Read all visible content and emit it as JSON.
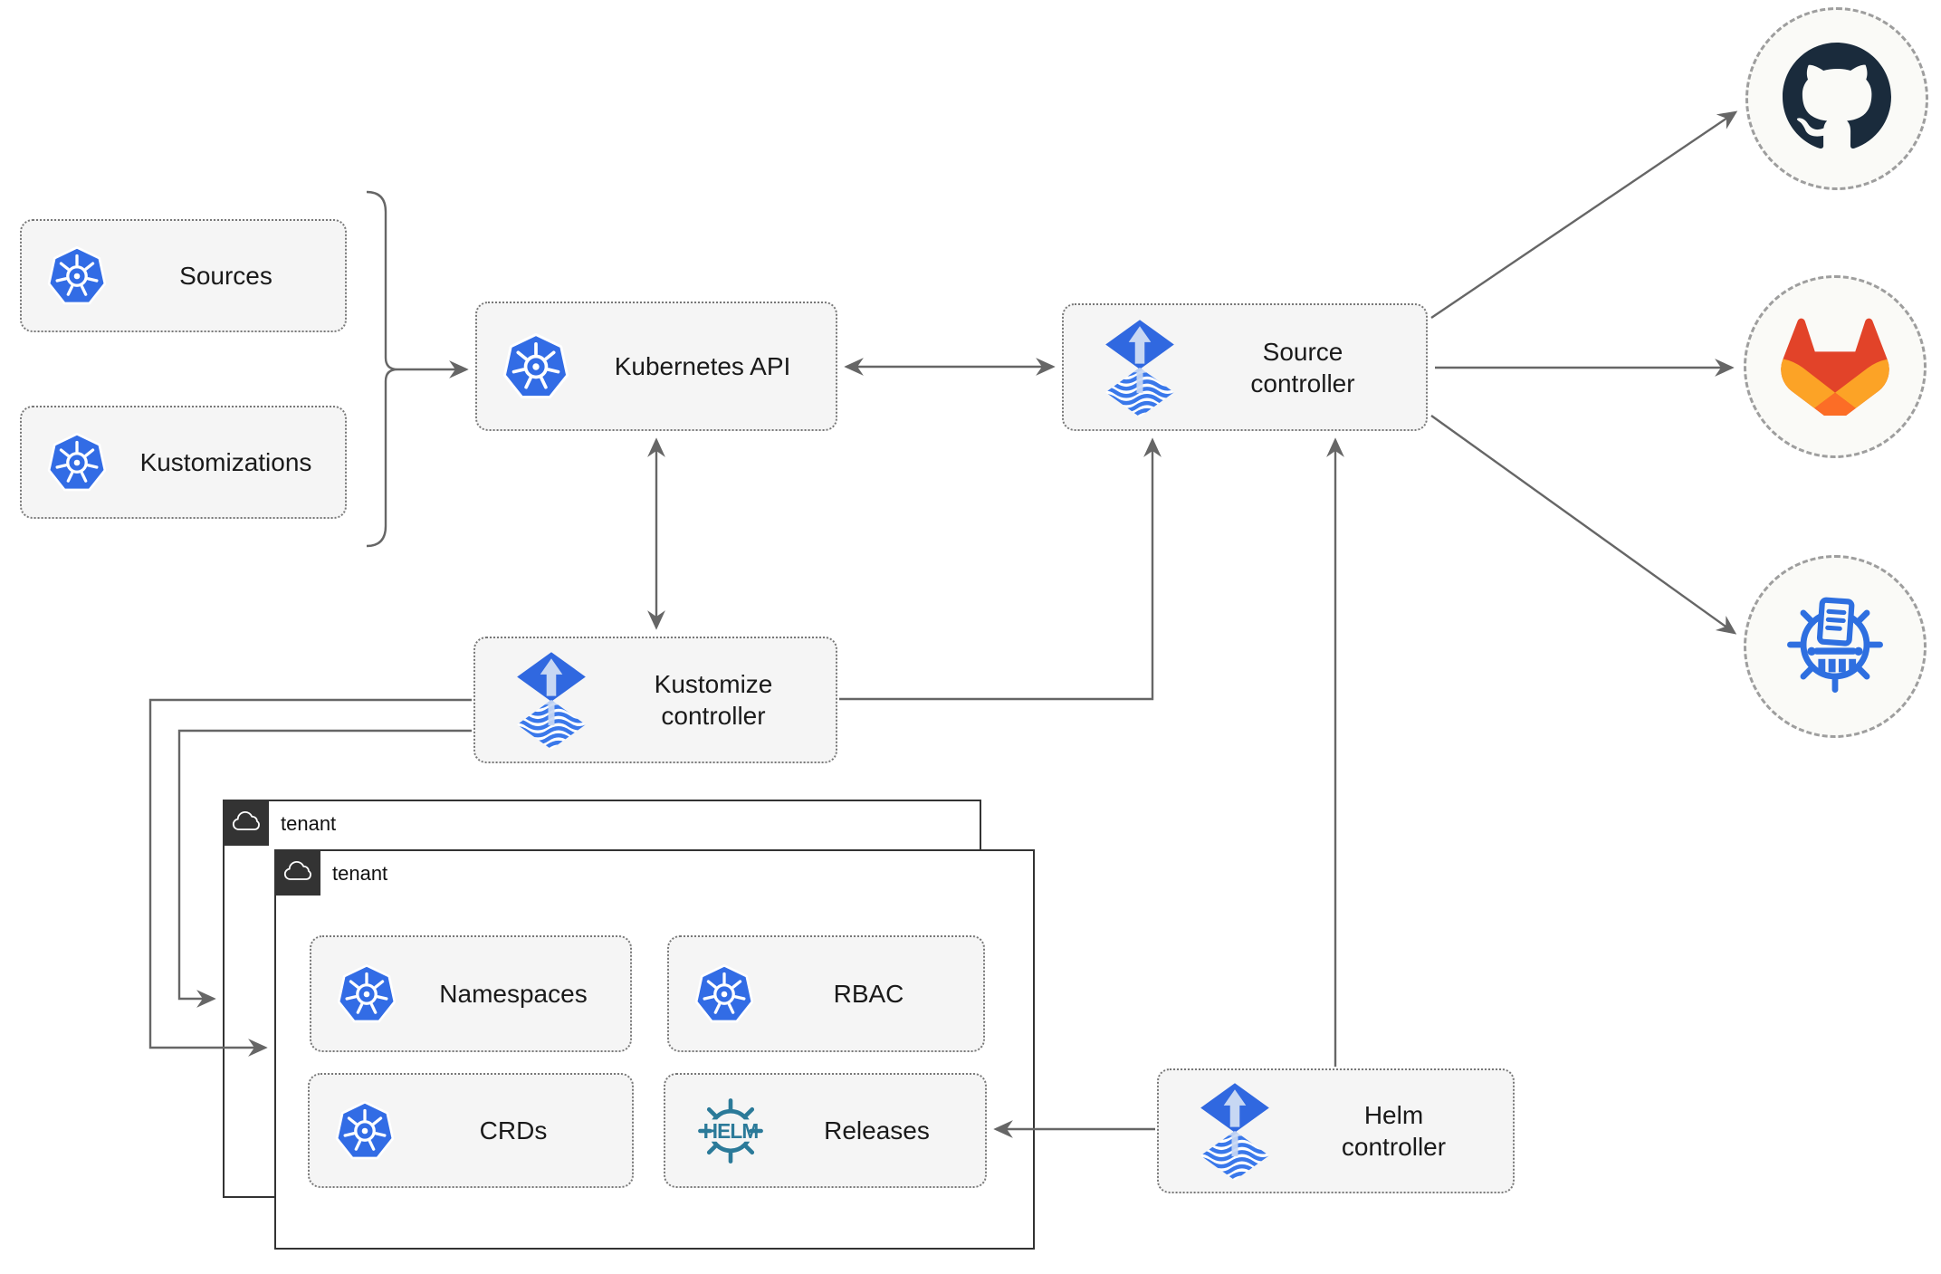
{
  "nodes": {
    "sources": "Sources",
    "kustomizations": "Kustomizations",
    "kubernetes_api": "Kubernetes API",
    "source_controller": "Source controller",
    "kustomize_controller": "Kustomize controller",
    "helm_controller": "Helm controller",
    "tenant_outer": "tenant",
    "tenant_inner": "tenant",
    "namespaces": "Namespaces",
    "rbac": "RBAC",
    "crds": "CRDs",
    "releases": "Releases"
  },
  "icons": {
    "helm_text": "HELM",
    "names": [
      "kubernetes-icon",
      "flux-icon",
      "helm-icon",
      "github-icon",
      "gitlab-icon",
      "chartmuseum-icon",
      "cloud-icon"
    ]
  },
  "colors": {
    "kubernetes_blue": "#326ce5",
    "flux_blue": "#3068e0",
    "flux_light": "#c7d7f3",
    "helm_teal": "#2b7a99",
    "chartmuseum_blue": "#2e6fe0",
    "github_dark": "#1a2b3c",
    "gitlab_red": "#e24329",
    "gitlab_orange": "#fc6d26",
    "gitlab_amber": "#fca326",
    "line_gray": "#666666",
    "node_fill": "#f5f5f5",
    "node_border": "#787878",
    "tenant_border": "#333333",
    "circle_fill": "#fafaf7",
    "circle_border": "#9e9e9e"
  },
  "edges": [
    {
      "from": "sources+kustomizations",
      "to": "kubernetes-api",
      "arrow": "single"
    },
    {
      "from": "kubernetes-api",
      "to": "source-controller",
      "arrow": "double"
    },
    {
      "from": "kubernetes-api",
      "to": "kustomize-controller",
      "arrow": "double"
    },
    {
      "from": "kustomize-controller",
      "to": "source-controller",
      "arrow": "single"
    },
    {
      "from": "helm-controller",
      "to": "source-controller",
      "arrow": "single"
    },
    {
      "from": "helm-controller",
      "to": "releases",
      "arrow": "single"
    },
    {
      "from": "kustomize-controller",
      "to": "tenant-inner",
      "arrow": "single"
    },
    {
      "from": "kustomize-controller",
      "to": "tenant-outer",
      "arrow": "single"
    },
    {
      "from": "source-controller",
      "to": "github",
      "arrow": "single"
    },
    {
      "from": "source-controller",
      "to": "gitlab",
      "arrow": "single"
    },
    {
      "from": "source-controller",
      "to": "chartmuseum",
      "arrow": "single"
    }
  ]
}
